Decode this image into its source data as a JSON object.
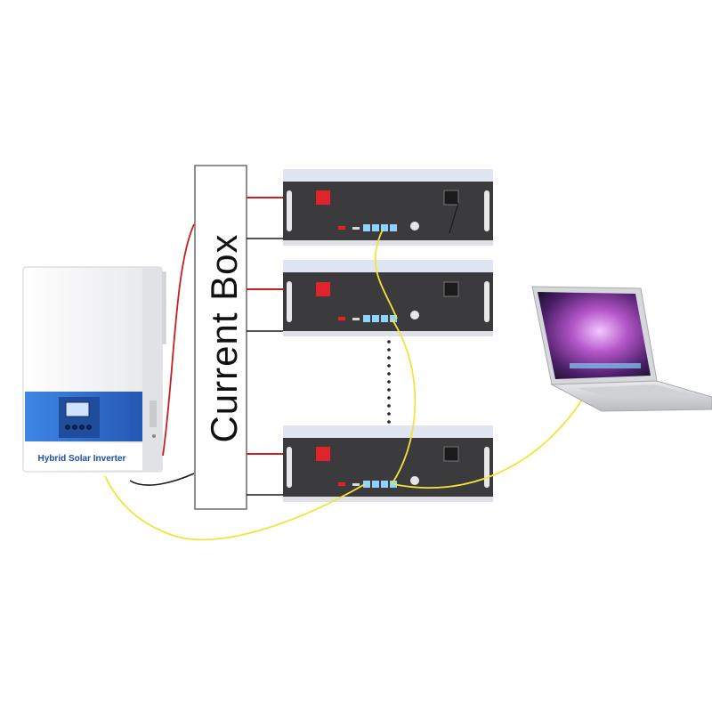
{
  "current_box": {
    "label": "Current Box"
  },
  "inverter": {
    "label": "Hybrid Solar Inverter",
    "body_color": "#f4f4f6",
    "band_color": "#2f6fd0"
  },
  "battery_modules": {
    "count_shown": 3,
    "body_color": "#3b3b3e",
    "top_color": "#dfe6f2",
    "positive_terminal_color": "#e0242a",
    "led_color": "#8fd3ff"
  },
  "laptop": {
    "icon": "laptop-icon",
    "screen_color": "#5a2a7a"
  },
  "wires": {
    "positive_color": "#c81e1e",
    "negative_color": "#1a1a1a",
    "comm_color": "#f3e33b"
  },
  "continuation_marker": "more-modules-dots"
}
